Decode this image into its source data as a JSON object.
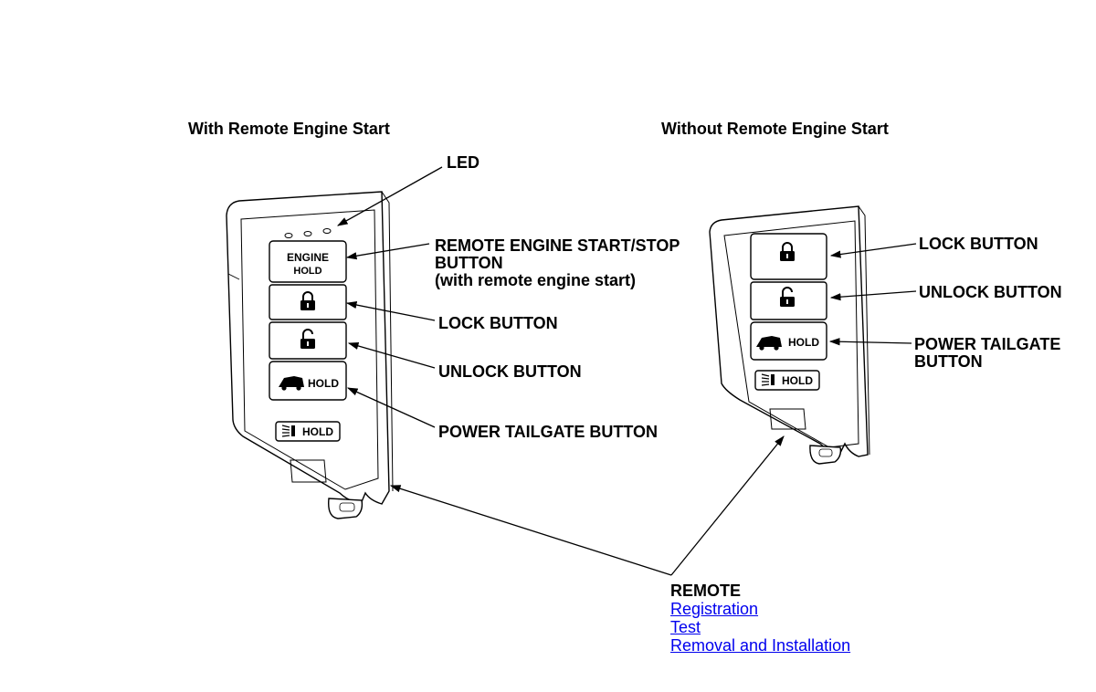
{
  "titles": {
    "left": "With Remote Engine Start",
    "right": "Without Remote Engine Start"
  },
  "left_callouts": {
    "led": "LED",
    "engine_line1": "REMOTE ENGINE START/STOP",
    "engine_line2": "BUTTON",
    "engine_line3": "(with remote engine start)",
    "lock": "LOCK BUTTON",
    "unlock": "UNLOCK BUTTON",
    "tailgate": "POWER TAILGATE BUTTON"
  },
  "right_callouts": {
    "lock": "LOCK BUTTON",
    "unlock": "UNLOCK BUTTON",
    "tailgate_line1": "POWER TAILGATE",
    "tailgate_line2": "BUTTON"
  },
  "fob_text": {
    "engine": "ENGINE",
    "hold": "HOLD"
  },
  "remote": {
    "heading": "REMOTE",
    "links": [
      "Registration",
      "Test",
      "Removal and Installation"
    ]
  },
  "colors": {
    "link": "#0000ee",
    "line": "#000000"
  }
}
